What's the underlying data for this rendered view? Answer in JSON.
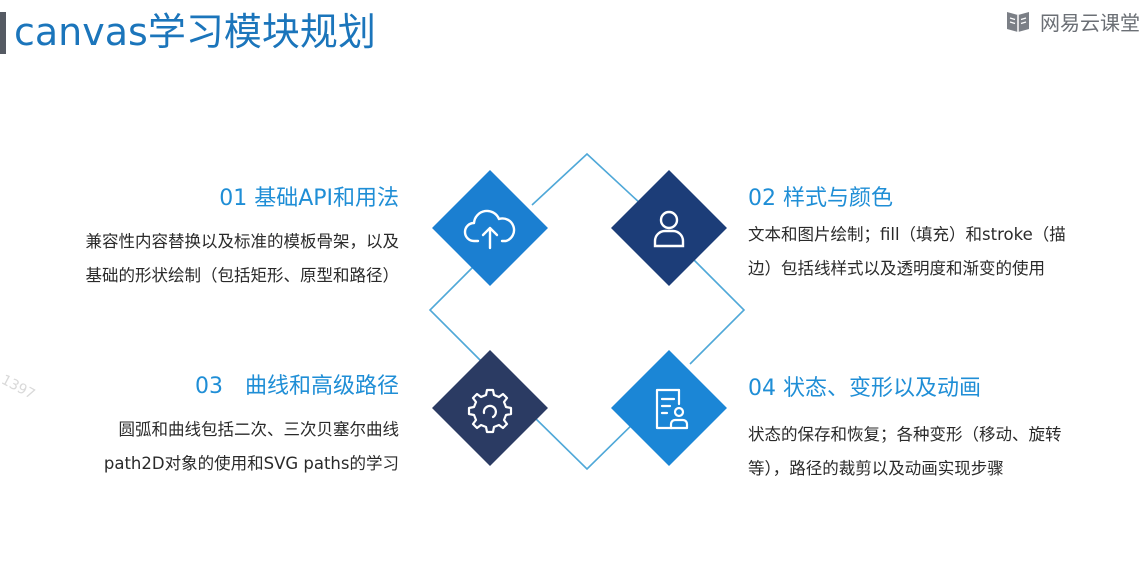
{
  "header": {
    "title": "canvas学习模块规划",
    "logo_text": "网易云课堂"
  },
  "sections": [
    {
      "title": "01 基础API和用法",
      "desc_lines": [
        "兼容性内容替换以及标准的模板骨架，以及",
        "基础的形状绘制（包括矩形、原型和路径）"
      ],
      "icon": "cloud-upload-icon",
      "color": "#1b7fd1"
    },
    {
      "title": "02 样式与颜色",
      "desc_lines": [
        "文本和图片绘制；fill（填充）和stroke（描",
        "边）包括线样式以及透明度和渐变的使用"
      ],
      "icon": "user-icon",
      "color": "#1c3d78"
    },
    {
      "title": "03　曲线和高级路径",
      "desc_lines": [
        "圆弧和曲线包括二次、三次贝塞尔曲线",
        "path2D对象的使用和SVG paths的学习"
      ],
      "icon": "gear-icon",
      "color": "#2b3b63"
    },
    {
      "title": "04 状态、变形以及动画",
      "desc_lines": [
        "状态的保存和恢复；各种变形（移动、旋转",
        "等），路径的裁剪以及动画实现步骤"
      ],
      "icon": "document-user-icon",
      "color": "#1b86d6"
    }
  ],
  "watermark": "1397",
  "colors": {
    "title": "#1b75bb",
    "section_title": "#1f8ed6",
    "outline": "#4fa8d8"
  }
}
